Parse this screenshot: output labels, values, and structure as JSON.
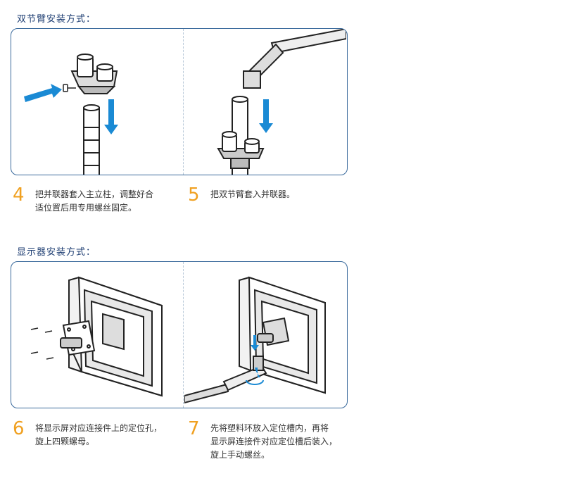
{
  "section1": {
    "title": "双节臂安装方式："
  },
  "section2": {
    "title": "显示器安装方式："
  },
  "steps": [
    {
      "number": "4",
      "lines": [
        "把并联器套入主立柱，调整好合",
        "适位置后用专用螺丝固定。"
      ]
    },
    {
      "number": "5",
      "lines": [
        "把双节臂套入并联器。"
      ]
    },
    {
      "number": "6",
      "lines": [
        "将显示屏对应连接件上的定位孔，",
        "旋上四颗螺母。"
      ]
    },
    {
      "number": "7",
      "lines": [
        "先将塑料环放入定位槽内，再将",
        "显示屏连接件对应定位槽后装入，",
        "旋上手动螺丝。"
      ]
    }
  ],
  "colors": {
    "arrow": "#1a8ad4",
    "step_number": "#f0a020",
    "panel_border": "#3a6a9c",
    "title": "#1d3d72"
  }
}
